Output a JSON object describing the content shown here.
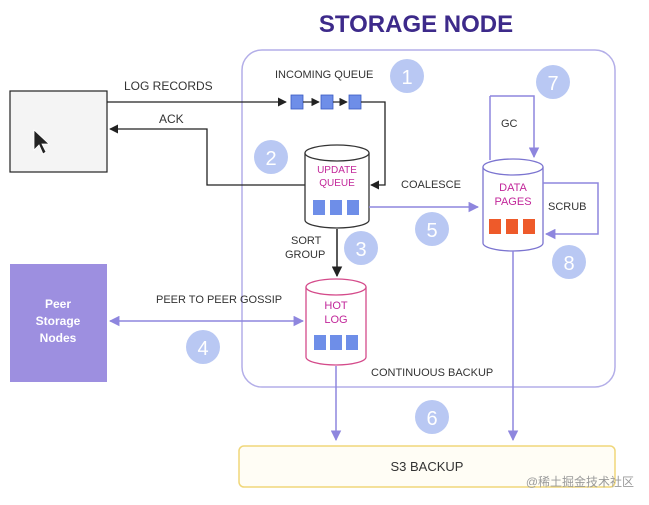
{
  "title": "STORAGE NODE",
  "labels": {
    "log_records": "LOG RECORDS",
    "ack": "ACK",
    "incoming_queue": "INCOMING QUEUE",
    "update_queue_line1": "UPDATE",
    "update_queue_line2": "QUEUE",
    "coalesce": "COALESCE",
    "data_pages_line1": "DATA",
    "data_pages_line2": "PAGES",
    "gc": "GC",
    "scrub": "SCRUB",
    "sort_group_line1": "SORT",
    "sort_group_line2": "GROUP",
    "peer_to_peer_gossip": "PEER TO PEER GOSSIP",
    "hot_log_line1": "HOT",
    "hot_log_line2": "LOG",
    "peer_nodes_line1": "Peer",
    "peer_nodes_line2": "Storage",
    "peer_nodes_line3": "Nodes",
    "continuous_backup": "CONTINUOUS BACKUP",
    "s3_backup": "S3 BACKUP",
    "watermark": "@稀土掘金技术社区"
  },
  "steps": [
    "1",
    "2",
    "3",
    "4",
    "5",
    "6",
    "7",
    "8"
  ],
  "colors": {
    "title": "#3d2a8a",
    "node_border": "#b3aee8",
    "circle": "#b9c8f3",
    "circle_text": "#ffffff",
    "cyl_update": "#333333",
    "cyl_data": "#7b74d0",
    "cyl_hot": "#d44a8a",
    "magenta_text": "#c2279a",
    "purple_arrow": "#8e86de",
    "peer_box": "#9d8fe0",
    "s3_border": "#f0d77a",
    "blue_block": "#6e8ee8",
    "orange_block": "#ee5a2a"
  }
}
